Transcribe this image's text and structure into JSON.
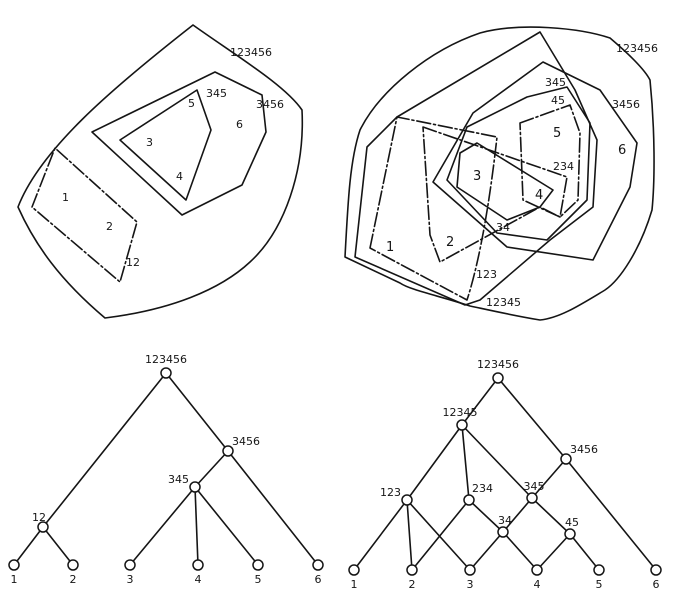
{
  "tree_sets": {
    "labels": {
      "all": "123456",
      "s12": "12",
      "s3456": "3456",
      "s345": "345"
    },
    "elements": [
      "1",
      "2",
      "3",
      "4",
      "5",
      "6"
    ]
  },
  "semilattice_sets": {
    "labels": {
      "all": "123456",
      "s12345": "12345",
      "s3456": "3456",
      "s345": "345",
      "s45": "45",
      "s234": "234",
      "s34": "34",
      "s123": "123"
    },
    "elements": [
      "1",
      "2",
      "3",
      "4",
      "5",
      "6"
    ]
  },
  "tree_graph": {
    "nodes": [
      "123456",
      "3456",
      "345",
      "12",
      "1",
      "2",
      "3",
      "4",
      "5",
      "6"
    ],
    "edges": [
      [
        "123456",
        "12"
      ],
      [
        "123456",
        "3456"
      ],
      [
        "3456",
        "345"
      ],
      [
        "3456",
        "6"
      ],
      [
        "345",
        "3"
      ],
      [
        "345",
        "4"
      ],
      [
        "345",
        "5"
      ],
      [
        "12",
        "1"
      ],
      [
        "12",
        "2"
      ]
    ]
  },
  "semilattice_graph": {
    "nodes": [
      "123456",
      "12345",
      "3456",
      "123",
      "234",
      "345",
      "34",
      "45",
      "1",
      "2",
      "3",
      "4",
      "5",
      "6"
    ],
    "edges": [
      [
        "123456",
        "12345"
      ],
      [
        "123456",
        "3456"
      ],
      [
        "12345",
        "123"
      ],
      [
        "12345",
        "234"
      ],
      [
        "12345",
        "345"
      ],
      [
        "3456",
        "345"
      ],
      [
        "3456",
        "6"
      ],
      [
        "123",
        "1"
      ],
      [
        "123",
        "2"
      ],
      [
        "123",
        "3"
      ],
      [
        "234",
        "2"
      ],
      [
        "234",
        "34"
      ],
      [
        "345",
        "34"
      ],
      [
        "345",
        "45"
      ],
      [
        "34",
        "3"
      ],
      [
        "34",
        "4"
      ],
      [
        "45",
        "4"
      ],
      [
        "45",
        "5"
      ]
    ]
  }
}
